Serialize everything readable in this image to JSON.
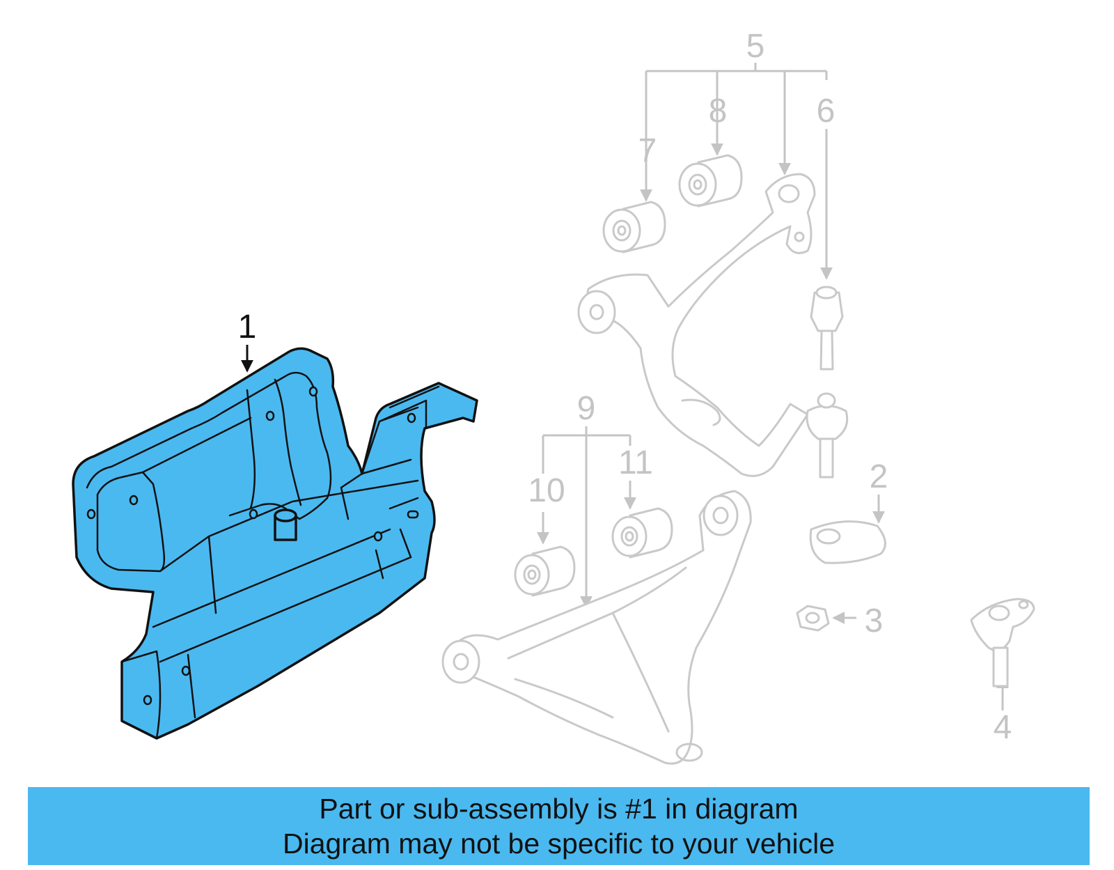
{
  "diagram": {
    "highlight_color": "#4ab9f0",
    "ghost_color": "#c9c9c9",
    "callouts": {
      "c1": "1",
      "c2": "2",
      "c3": "3",
      "c4": "4",
      "c5": "5",
      "c6": "6",
      "c7": "7",
      "c8": "8",
      "c9": "9",
      "c10": "10",
      "c11": "11"
    },
    "highlighted_part": "1"
  },
  "caption": {
    "line1": "Part or sub-assembly is #1 in diagram",
    "line2": "Diagram may not be specific to your vehicle"
  }
}
